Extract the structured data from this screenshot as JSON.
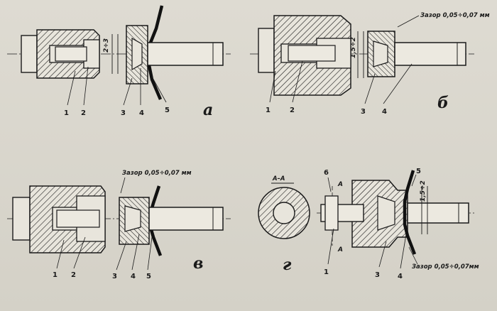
{
  "colors": {
    "ink": "#1a1a1a",
    "paper": "#dcd9cf"
  },
  "panels": {
    "a": {
      "letter": "а",
      "labels": [
        "1",
        "2",
        "3",
        "4",
        "5"
      ],
      "dim": "2÷3"
    },
    "b": {
      "letter": "б",
      "labels": [
        "1",
        "2",
        "3",
        "4"
      ],
      "dim": "1,5÷2",
      "gap": "Зазор 0,05÷0,07 мм"
    },
    "v": {
      "letter": "в",
      "labels": [
        "1",
        "2",
        "3",
        "4",
        "5"
      ],
      "gap": "Зазор 0,05÷0,07 мм"
    },
    "g": {
      "letter": "г",
      "labels": [
        "1",
        "3",
        "4",
        "5",
        "6"
      ],
      "dim": "1,5÷2",
      "gap": "Зазор 0,05÷0,07мм",
      "section": "А–А",
      "cut_top": "А",
      "cut_bottom": "А"
    }
  }
}
